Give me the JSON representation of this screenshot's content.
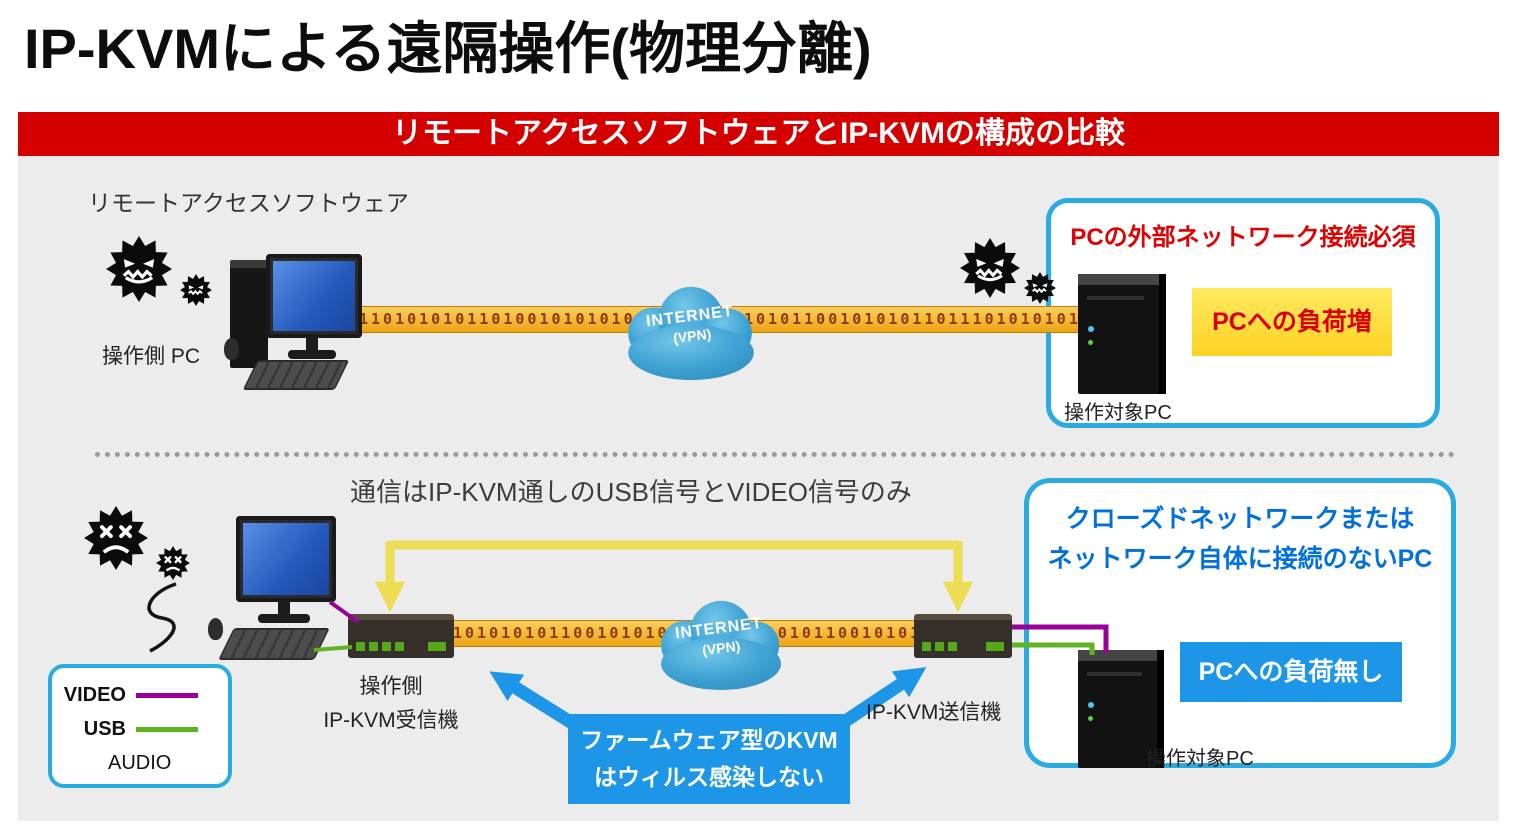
{
  "title": "IP-KVMによる遠隔操作(物理分離)",
  "banner": "リモートアクセスソフトウェアとIP-KVMの構成の比較",
  "top": {
    "section_label": "リモートアクセスソフトウェア",
    "operator_pc_label": "操作側 PC",
    "target_pc_label": "操作対象PC",
    "cloud": {
      "line1": "INTERNET",
      "line2": "(VPN)"
    },
    "binary": "1101010101101001010101010101101010101100101010110111010101011001010101010110101101",
    "callout": {
      "title": "PCの外部ネットワーク接続必須",
      "badge": "PCへの負荷増"
    }
  },
  "bottom": {
    "caption": "通信はIP-KVM通しのUSB信号とVIDEO信号のみ",
    "receiver_label1": "操作側",
    "receiver_label2": "IP-KVM受信機",
    "sender_label": "IP-KVM送信機",
    "target_pc_label": "操作対象PC",
    "cloud": {
      "line1": "INTERNET",
      "line2": "(VPN)"
    },
    "binary": "10101010110010101010101010101011001010101101010101100101",
    "callout": {
      "line1": "クローズドネットワークまたは",
      "line2": "ネットワーク自体に接続のないPC",
      "badge": "PCへの負荷無し"
    },
    "note": {
      "line1": "ファームウェア型のKVM",
      "line2": "はウィルス感染しない"
    }
  },
  "legend": {
    "items": [
      {
        "label": "VIDEO",
        "color": "#990099"
      },
      {
        "label": "USB",
        "color": "#5fb321"
      },
      {
        "label": "AUDIO",
        "color": ""
      }
    ]
  },
  "colors": {
    "banner_red": "#d40000",
    "callout_border_blue": "#29abe2",
    "accent_blue": "#1e96e8",
    "badge_yellow": "#ffe14d",
    "warning_red": "#e00000",
    "video_purple": "#990099",
    "usb_green": "#5fb321",
    "signal_yellow": "#ecdd55",
    "stream_orange": "#f2b33c",
    "cloud_blue": "#3fa3d4"
  }
}
